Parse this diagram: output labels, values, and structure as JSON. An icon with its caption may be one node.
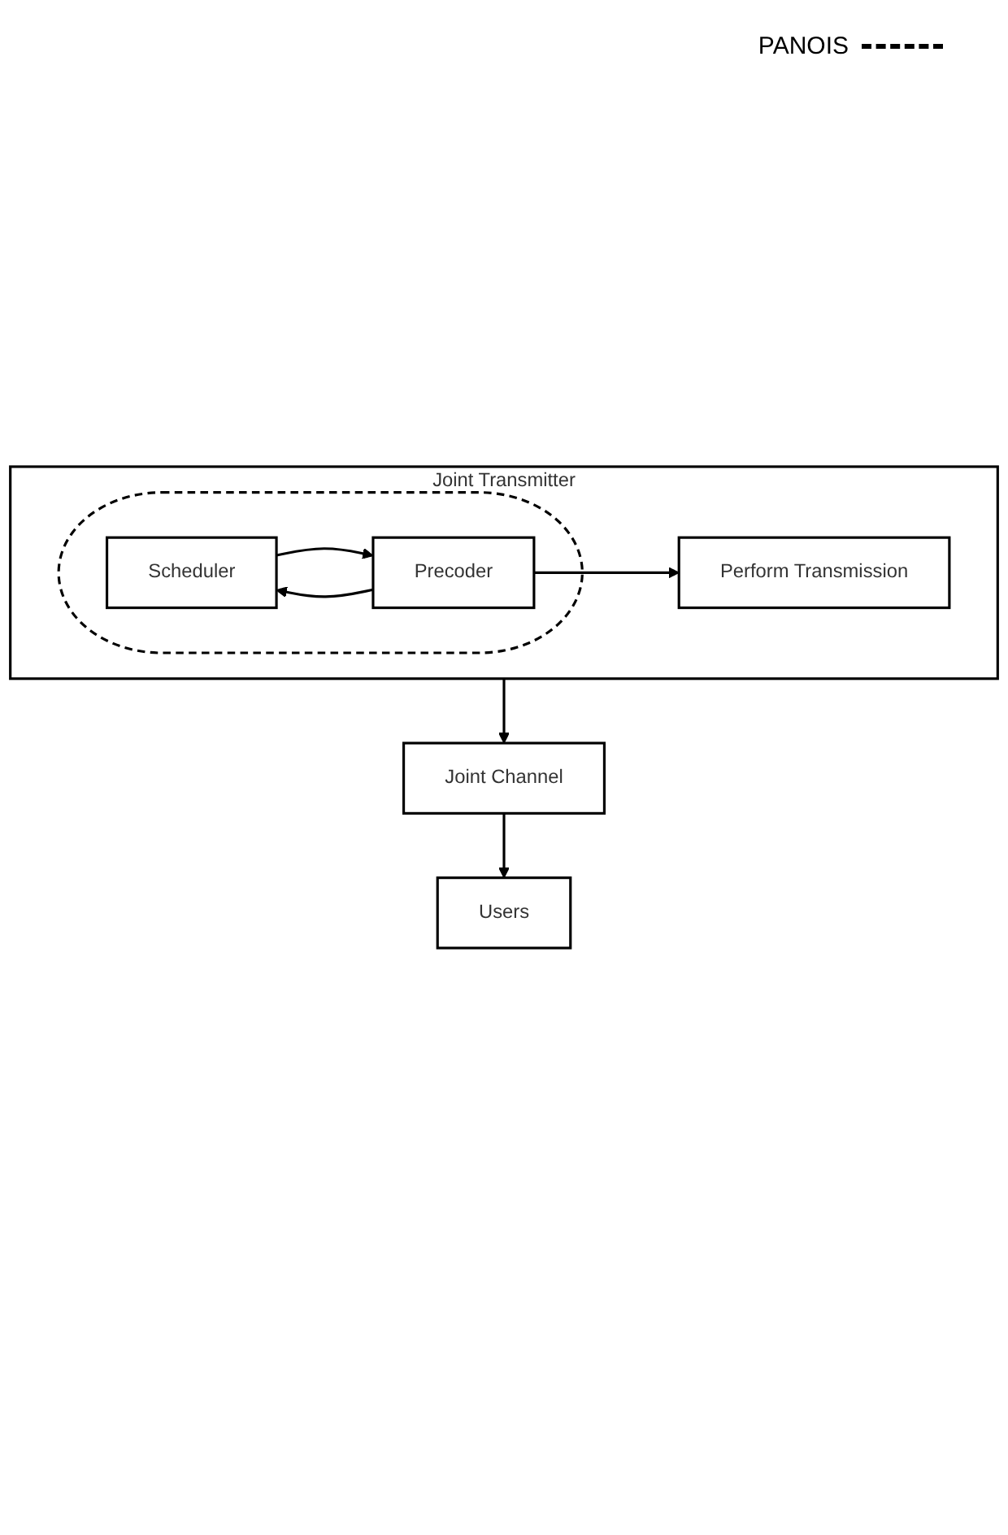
{
  "diagram": {
    "nodes": [
      {
        "text": [
          "Joint Transmitter"
        ]
      },
      {
        "text": [],
        "shape": "ellipse",
        "in": 0
      },
      {
        "text": [
          "Scheduler"
        ],
        "in": 1
      },
      {
        "text": [
          "Precoder"
        ],
        "in": 1
      },
      {
        "text": [
          "Perform Transmission"
        ],
        "in": 0
      },
      {
        "text": [
          "Joint Channel"
        ]
      },
      {
        "text": [
          "Users"
        ]
      }
    ],
    "edges": [
      {
        "from": 2,
        "to": 3,
        "arrow": "to"
      },
      {
        "from": 3,
        "to": 2,
        "arrow": "to"
      },
      {
        "from": 3,
        "to": 4,
        "arrow": "to"
      },
      {
        "from": 0,
        "to": 5,
        "arrow": "to"
      },
      {
        "from": 5,
        "to": 6,
        "arrow": "to"
      }
    ],
    "legend": [
      {
        "text": "PANOIS"
      }
    ]
  }
}
